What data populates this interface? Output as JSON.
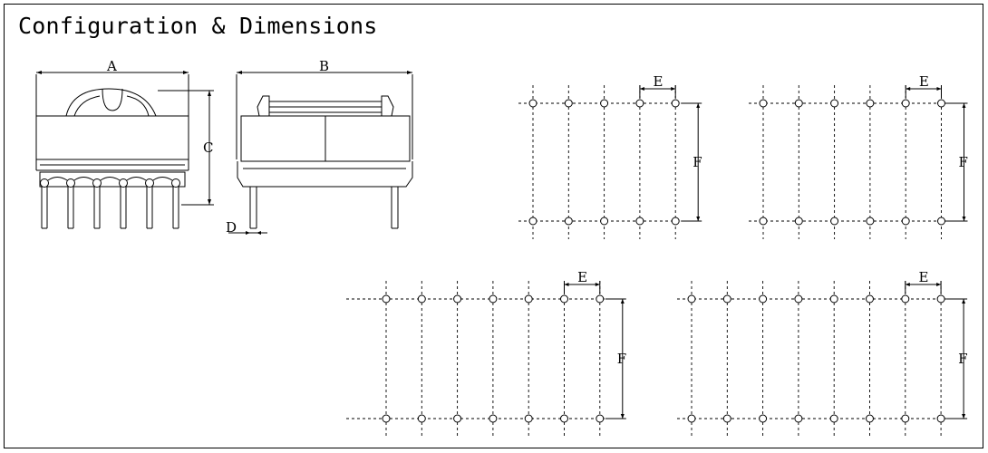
{
  "title": "Configuration & Dimensions",
  "dimensions": {
    "a": "A",
    "b": "B",
    "c": "C",
    "d": "D",
    "e": "E",
    "f": "F"
  },
  "pcb_layouts": [
    {
      "id": "layout-5-pin",
      "pins_per_row": 5
    },
    {
      "id": "layout-6-pin",
      "pins_per_row": 6
    },
    {
      "id": "layout-7-pin",
      "pins_per_row": 7
    },
    {
      "id": "layout-8-pin",
      "pins_per_row": 8
    }
  ]
}
